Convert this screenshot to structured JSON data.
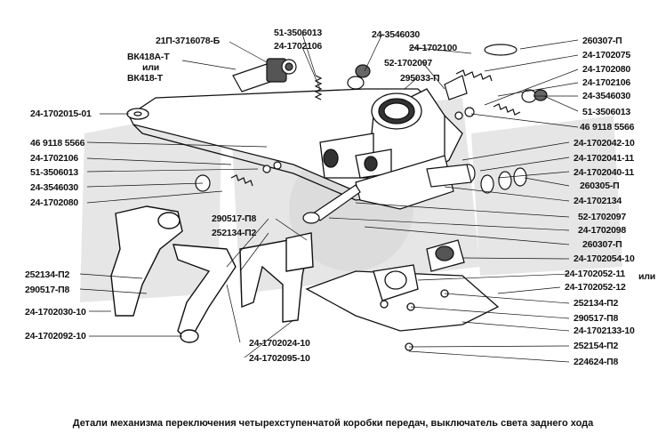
{
  "caption": "Детали механизма переключения четырехступенчатой коробки передач, выключатель света заднего хода",
  "labels_left": [
    "24-1702015-01",
    "46 9118 5566",
    "24-1702106",
    "51-3506013",
    "24-3546030",
    "24-1702080",
    "252134-П2",
    "290517-П8",
    "24-1702030-10",
    "24-1702092-10"
  ],
  "labels_top": [
    "21П-3716078-Б",
    "ВК418А-Т",
    "или",
    "ВК418-Т",
    "51-3506013",
    "24-1702106",
    "24-3546030",
    "24-1702100",
    "52-1702097",
    "295033-П"
  ],
  "labels_right": [
    "260307-П",
    "24-1702075",
    "24-1702080",
    "24-1702106",
    "24-3546030",
    "51-3506013",
    "46 9118 5566",
    "24-1702042-10",
    "24-1702041-11",
    "24-1702040-11",
    "260305-П",
    "24-1702134",
    "52-1702097",
    "24-1702098",
    "260307-П",
    "24-1702054-10",
    "24-1702052-11",
    "или",
    "24-1702052-12",
    "252134-П2",
    "290517-П8",
    "24-1702133-10",
    "252154-П2",
    "224624-П8"
  ],
  "labels_center": [
    "290517-П8",
    "252134-П2",
    "24-1702024-10",
    "24-1702095-10"
  ]
}
